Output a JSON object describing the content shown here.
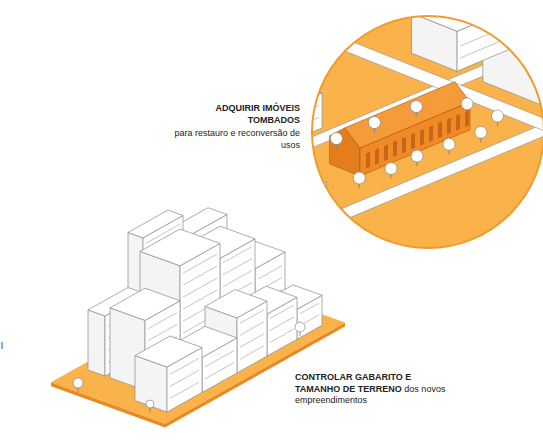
{
  "diagram": {
    "labels": [
      "ADQUIRIR IMÓVEIS TOMBADOS",
      "para restauro e reconversão de usos",
      "CONTROLAR GABARITO E TAMANHO DE TERRENO",
      "dos novos empreendimentos",
      "l"
    ]
  }
}
